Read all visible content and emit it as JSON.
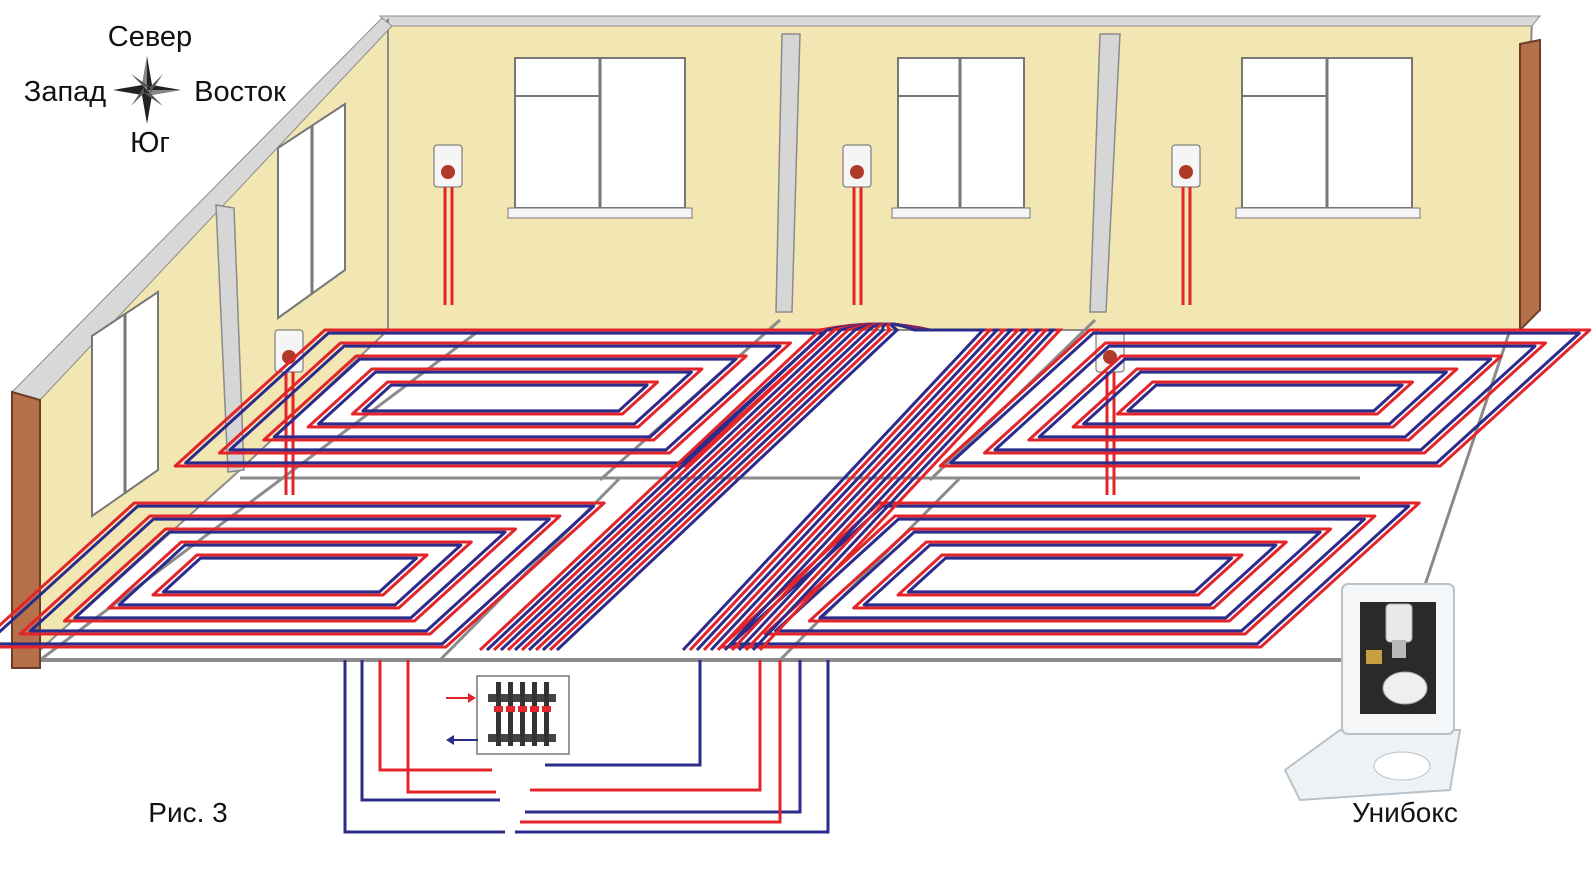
{
  "compass": {
    "north": "Север",
    "west": "Запад",
    "east": "Восток",
    "south": "Юг"
  },
  "figure_label": "Рис. 3",
  "unibox_label": "Унибокс",
  "colors": {
    "wall": "#f2e7b3",
    "wall_edge": "#8b8b8b",
    "brick": "#b7714a",
    "floor": "#ffffff",
    "supply_pipe": "#e3242b",
    "return_pipe": "#2b2b8c",
    "manifold": "#444444"
  },
  "icons": [
    "compass-rose-icon",
    "supply-arrow-icon",
    "return-arrow-icon",
    "unibox-thermostat-icon"
  ]
}
